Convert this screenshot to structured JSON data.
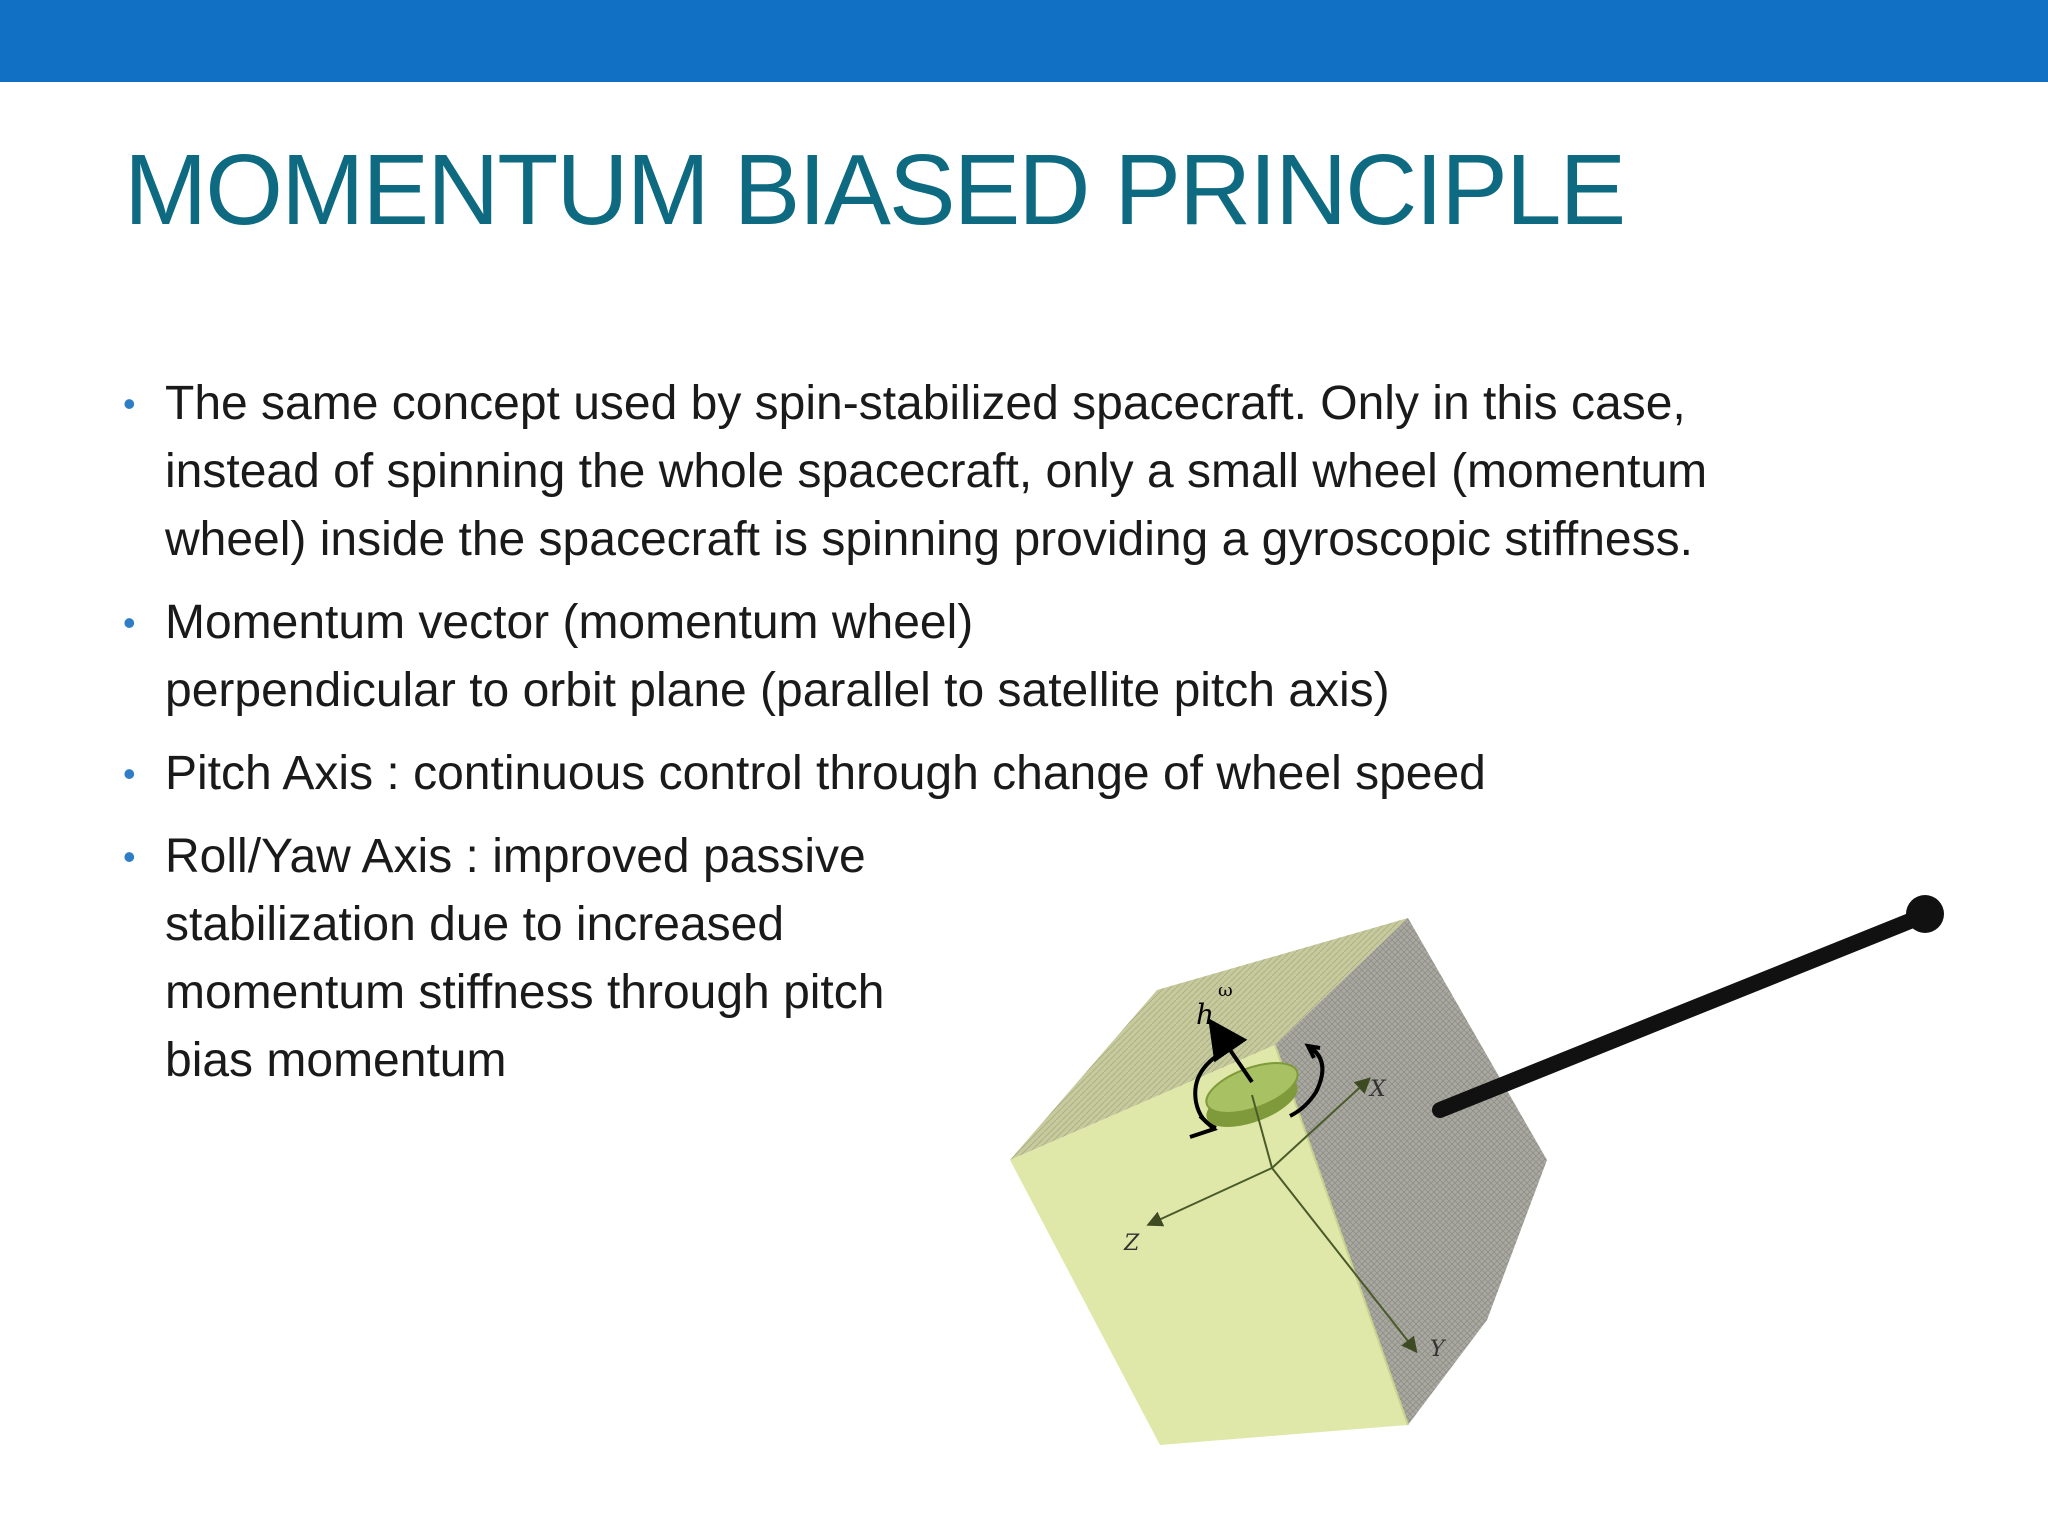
{
  "slide": {
    "title": "MOMENTUM BIASED PRINCIPLE",
    "bullet_symbol": "•",
    "bullets": [
      {
        "lines": [
          "The same concept used by spin-stabilized spacecraft. Only in this case,",
          "instead of spinning the whole spacecraft, only a small wheel (momentum",
          "wheel) inside the spacecraft is spinning providing a gyroscopic stiffness."
        ]
      },
      {
        "lines": [
          "Momentum vector (momentum wheel)",
          "perpendicular to orbit plane (parallel to satellite pitch axis)"
        ]
      },
      {
        "lines": [
          "Pitch Axis : continuous control through change of wheel speed"
        ]
      },
      {
        "lines": [
          "Roll/Yaw Axis : improved passive",
          "stabilization due to increased",
          "momentum stiffness through pitch",
          "bias momentum"
        ]
      }
    ]
  },
  "figure": {
    "label_h": "h",
    "label_omega": "ω",
    "label_x": "X",
    "label_y": "Y",
    "label_z": "Z",
    "colors": {
      "cube_front": "#dfe8a8",
      "cube_side": "#a9a9a1",
      "cube_top": "#c8ce9a",
      "wheel": "#98b455",
      "boom": "#111111",
      "axes": "#4a5a2a"
    }
  },
  "theme": {
    "top_bar_color": "#1170c4",
    "title_color": "#0e6a80",
    "bullet_color": "#2e7dc5",
    "text_color": "#1a1a1a"
  }
}
